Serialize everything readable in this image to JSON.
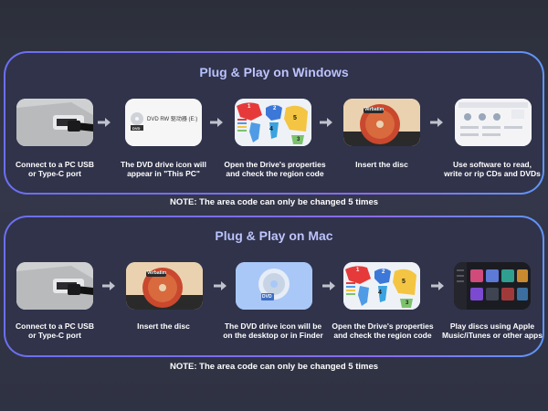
{
  "windows": {
    "title": "Plug & Play on Windows",
    "steps": [
      {
        "caption_line1": "Connect to a PC USB",
        "caption_line2": "or Type-C port",
        "icon": "usb-cable-icon"
      },
      {
        "caption_line1": "The DVD drive icon will",
        "caption_line2": "appear in \"This PC\"",
        "icon": "dvd-drive-icon",
        "drive_label": "DVD RW 驱动器 (E:)",
        "drive_badge": "DVD"
      },
      {
        "caption_line1": "Open the Drive's properties",
        "caption_line2": "and check the region code",
        "icon": "region-map-icon",
        "region_labels": [
          "1",
          "2",
          "3",
          "4",
          "5"
        ]
      },
      {
        "caption_line1": "Insert the disc",
        "caption_line2": "",
        "icon": "insert-disc-icon",
        "disc_brand": "Verbatim"
      },
      {
        "caption_line1": "Use software to read,",
        "caption_line2": "write or rip CDs and DVDs",
        "icon": "software-window-icon"
      }
    ],
    "note": "NOTE: The area code can only be changed 5 times"
  },
  "mac": {
    "title": "Plug & Play on Mac",
    "steps": [
      {
        "caption_line1": "Connect to a PC USB",
        "caption_line2": "or Type-C port",
        "icon": "usb-cable-icon"
      },
      {
        "caption_line1": "Insert the disc",
        "caption_line2": "",
        "icon": "insert-disc-icon",
        "disc_brand": "Verbatim"
      },
      {
        "caption_line1": "The DVD drive icon will be",
        "caption_line2": "on the desktop or in Finder",
        "icon": "dvd-desktop-icon",
        "dvd_label": "DVD"
      },
      {
        "caption_line1": "Open the Drive's properties",
        "caption_line2": "and check the region code",
        "icon": "region-map-icon",
        "region_labels": [
          "1",
          "2",
          "3",
          "4",
          "5"
        ]
      },
      {
        "caption_line1": "Play discs using Apple",
        "caption_line2": "Music/iTunes or other apps",
        "icon": "music-app-icon"
      }
    ],
    "note": "NOTE: The area code can only be changed 5 times"
  },
  "colors": {
    "background": "#2f3242",
    "panel_border_start": "#6b6ff0",
    "panel_border_end": "#5f95f5",
    "title_text": "#b6cbff",
    "arrow": "#bfc3cc"
  }
}
